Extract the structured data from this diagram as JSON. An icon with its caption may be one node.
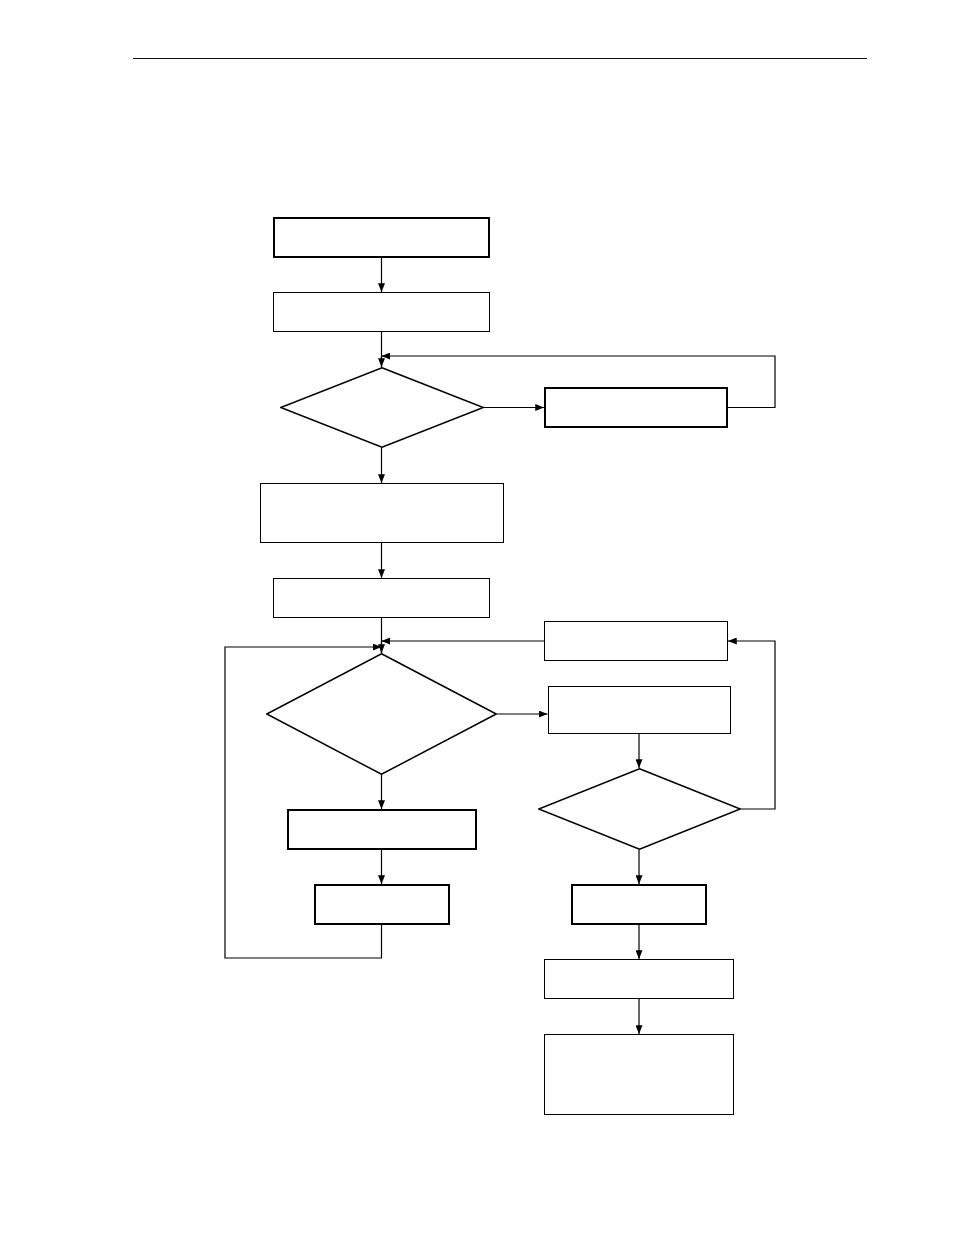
{
  "diagram": {
    "nodes": [
      {
        "text": [],
        "shape": "box"
      },
      {
        "text": [],
        "shape": "box"
      },
      {
        "text": [],
        "shape": "diamond"
      },
      {
        "text": [],
        "shape": "box"
      },
      {
        "text": [],
        "shape": "box"
      },
      {
        "text": [],
        "shape": "box"
      },
      {
        "text": [],
        "shape": "box"
      },
      {
        "text": [],
        "shape": "diamond"
      },
      {
        "text": [],
        "shape": "box"
      },
      {
        "text": [],
        "shape": "diamond"
      },
      {
        "text": [],
        "shape": "box"
      },
      {
        "text": [],
        "shape": "box"
      },
      {
        "text": [],
        "shape": "box"
      },
      {
        "text": [],
        "shape": "box"
      },
      {
        "text": [],
        "shape": "box"
      }
    ],
    "edges": [
      {
        "from": 0,
        "to": 1,
        "arrow": "to"
      },
      {
        "from": 1,
        "to": 2,
        "arrow": "to"
      },
      {
        "from": 2,
        "to": 3,
        "arrow": "to"
      },
      {
        "from": 3,
        "to": 2,
        "arrow": "to"
      },
      {
        "from": 2,
        "to": 4,
        "arrow": "to"
      },
      {
        "from": 4,
        "to": 5,
        "arrow": "to"
      },
      {
        "from": 5,
        "to": 7,
        "arrow": "to"
      },
      {
        "from": 6,
        "to": 7,
        "arrow": "to"
      },
      {
        "from": 7,
        "to": 8,
        "arrow": "to"
      },
      {
        "from": 8,
        "to": 9,
        "arrow": "to"
      },
      {
        "from": 9,
        "to": 6,
        "arrow": "to"
      },
      {
        "from": 7,
        "to": 10,
        "arrow": "to"
      },
      {
        "from": 10,
        "to": 11,
        "arrow": "to"
      },
      {
        "from": 11,
        "to": 7,
        "arrow": "to"
      },
      {
        "from": 9,
        "to": 12,
        "arrow": "to"
      },
      {
        "from": 12,
        "to": 13,
        "arrow": "to"
      },
      {
        "from": 13,
        "to": 14,
        "arrow": "to"
      }
    ]
  }
}
